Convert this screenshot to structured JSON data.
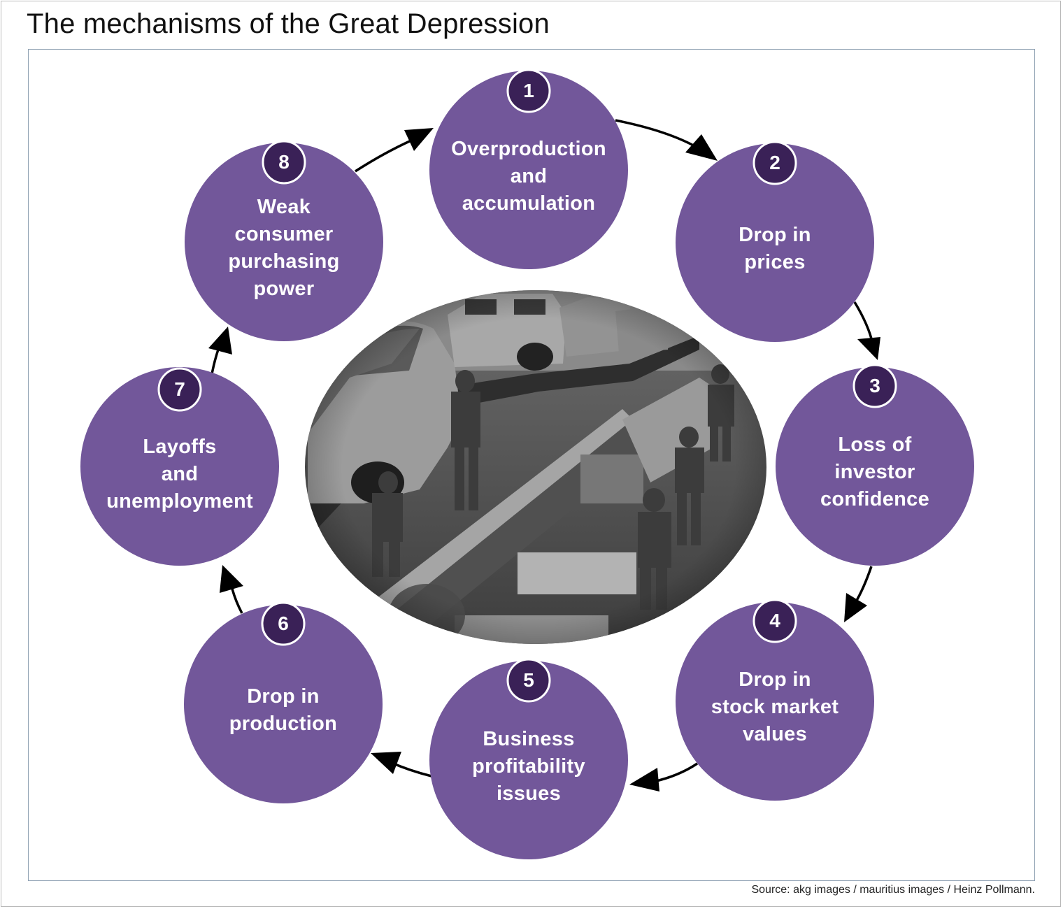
{
  "title": "The mechanisms of the Great Depression",
  "source": "Source: akg images / mauritius images / Heinz Pollmann.",
  "colors": {
    "circle_fill": "#72579a",
    "badge_fill": "#3a2157",
    "badge_ring": "#ffffff",
    "arrow": "#000000",
    "panel_border": "#8fa1b3"
  },
  "center_image": {
    "icon": "assembly-line-photo"
  },
  "steps": [
    {
      "number": "1",
      "label": "Overproduction\nand\naccumulation"
    },
    {
      "number": "2",
      "label": "Drop in\nprices"
    },
    {
      "number": "3",
      "label": "Loss of\ninvestor\nconfidence"
    },
    {
      "number": "4",
      "label": "Drop in\nstock market\nvalues"
    },
    {
      "number": "5",
      "label": "Business\nprofitability\nissues"
    },
    {
      "number": "6",
      "label": "Drop in\nproduction"
    },
    {
      "number": "7",
      "label": "Layoffs\nand\nunemployment"
    },
    {
      "number": "8",
      "label": "Weak\nconsumer\npurchasing\npower"
    }
  ]
}
